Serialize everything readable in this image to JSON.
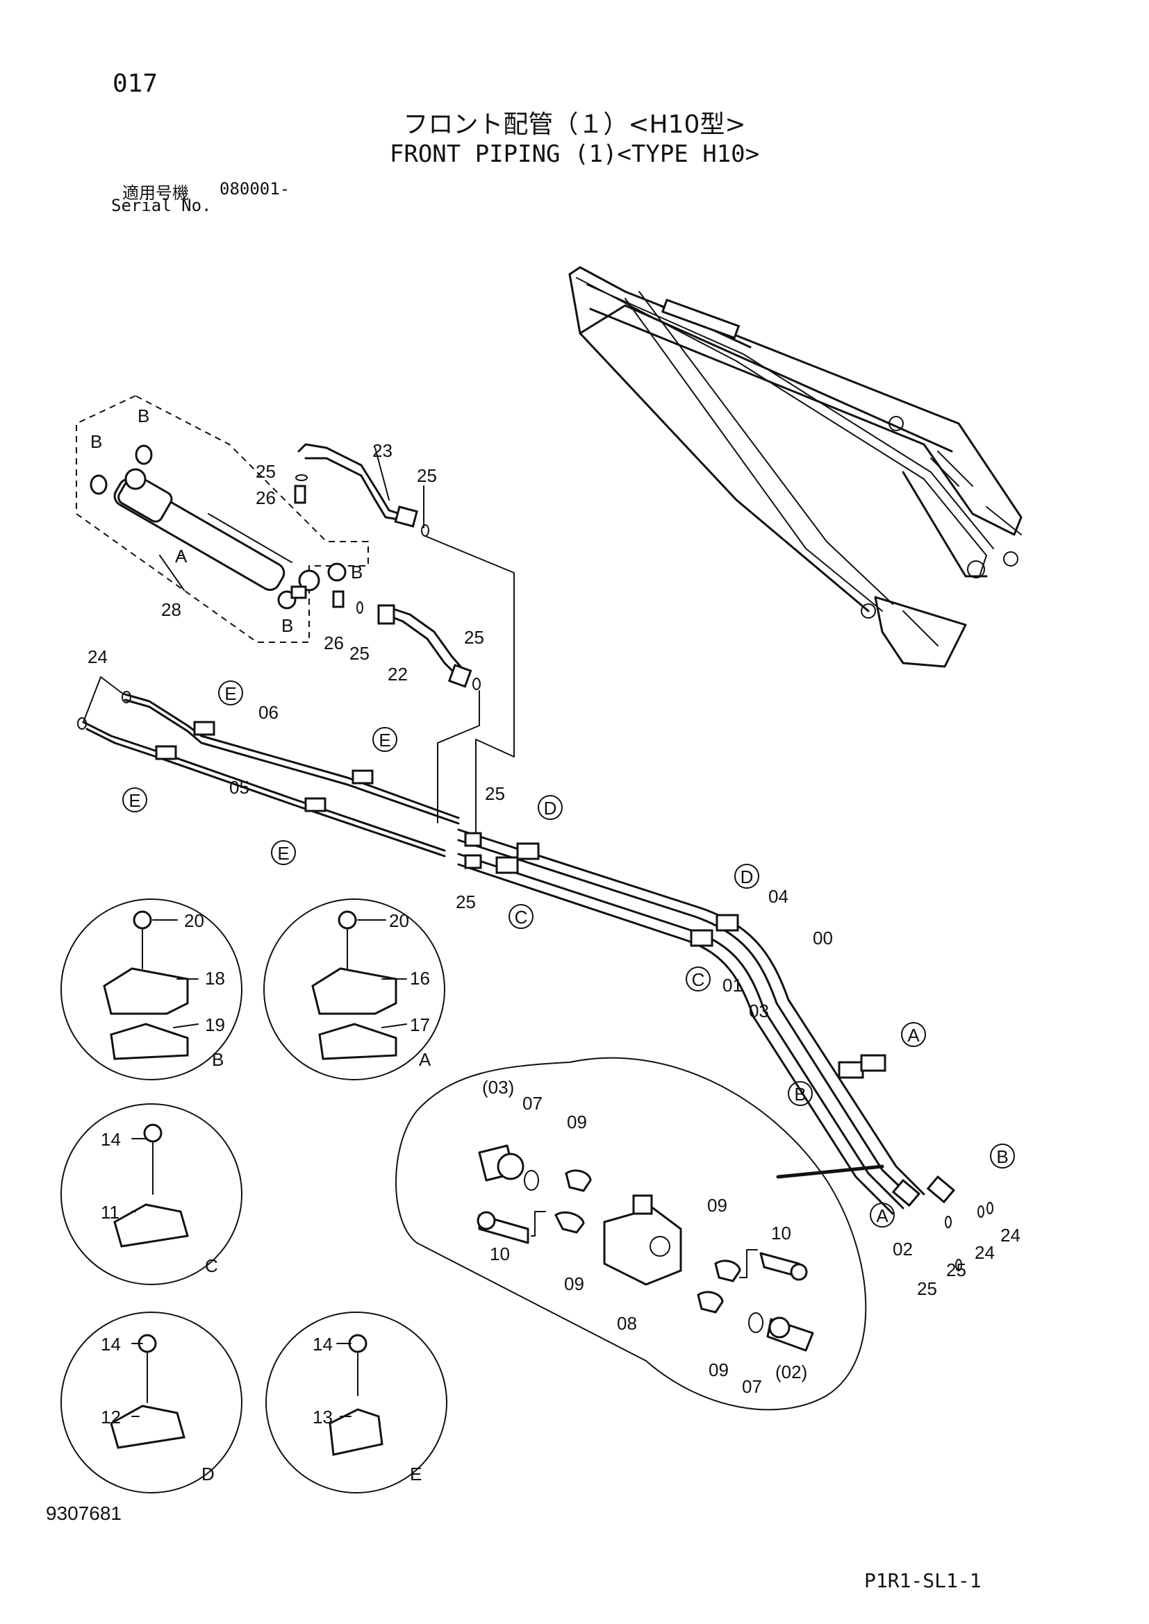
{
  "header": {
    "page_number": "017",
    "title_jp": "フロント配管（１）<H10型>",
    "title_en": "FRONT PIPING (1)<TYPE H10>",
    "serial_label_jp": "適用号機",
    "serial_label_en": "Serial No.",
    "serial_value": "080001-"
  },
  "footer": {
    "drawing_number": "9307681",
    "page_code": "P1R1-SL1-1"
  },
  "diagram": {
    "part_labels": [
      {
        "id": "b1",
        "text": "B"
      },
      {
        "id": "b2",
        "text": "B"
      },
      {
        "id": "a1",
        "text": "A"
      },
      {
        "id": "b3",
        "text": "B"
      },
      {
        "id": "b4",
        "text": "B"
      },
      {
        "id": "p28",
        "text": "28"
      },
      {
        "id": "p25a",
        "text": "25"
      },
      {
        "id": "p26a",
        "text": "26"
      },
      {
        "id": "p23",
        "text": "23"
      },
      {
        "id": "p25b",
        "text": "25"
      },
      {
        "id": "p26b",
        "text": "26"
      },
      {
        "id": "p25c",
        "text": "25"
      },
      {
        "id": "p22",
        "text": "22"
      },
      {
        "id": "p25d",
        "text": "25"
      },
      {
        "id": "p24a",
        "text": "24"
      },
      {
        "id": "p06",
        "text": "06"
      },
      {
        "id": "p05",
        "text": "05"
      },
      {
        "id": "p25e",
        "text": "25"
      },
      {
        "id": "p25f",
        "text": "25"
      },
      {
        "id": "p04",
        "text": "04"
      },
      {
        "id": "p00",
        "text": "00"
      },
      {
        "id": "p01",
        "text": "01"
      },
      {
        "id": "p03",
        "text": "03"
      },
      {
        "id": "p02",
        "text": "02"
      },
      {
        "id": "p25g",
        "text": "25"
      },
      {
        "id": "p25h",
        "text": "25"
      },
      {
        "id": "p24b",
        "text": "24"
      },
      {
        "id": "p24c",
        "text": "24"
      },
      {
        "id": "p03p",
        "text": "(03)"
      },
      {
        "id": "p07a",
        "text": "07"
      },
      {
        "id": "p09a",
        "text": "09"
      },
      {
        "id": "p10a",
        "text": "10"
      },
      {
        "id": "p09b",
        "text": "09"
      },
      {
        "id": "p08",
        "text": "08"
      },
      {
        "id": "p09c",
        "text": "09"
      },
      {
        "id": "p10b",
        "text": "10"
      },
      {
        "id": "p09d",
        "text": "09"
      },
      {
        "id": "p07b",
        "text": "07"
      },
      {
        "id": "p02p",
        "text": "(02)"
      }
    ],
    "callouts": [
      {
        "id": "cE1",
        "text": "E"
      },
      {
        "id": "cE2",
        "text": "E"
      },
      {
        "id": "cE3",
        "text": "E"
      },
      {
        "id": "cE4",
        "text": "E"
      },
      {
        "id": "cD1",
        "text": "D"
      },
      {
        "id": "cC1",
        "text": "C"
      },
      {
        "id": "cD2",
        "text": "D"
      },
      {
        "id": "cC2",
        "text": "C"
      },
      {
        "id": "cA1",
        "text": "A"
      },
      {
        "id": "cB1",
        "text": "B"
      },
      {
        "id": "cB2",
        "text": "B"
      },
      {
        "id": "cA2",
        "text": "A"
      }
    ],
    "detail_views": [
      {
        "id": "B",
        "label": "B",
        "parts": [
          "20",
          "18",
          "19"
        ]
      },
      {
        "id": "A",
        "label": "A",
        "parts": [
          "20",
          "16",
          "17"
        ]
      },
      {
        "id": "C",
        "label": "C",
        "parts": [
          "14",
          "11"
        ]
      },
      {
        "id": "D",
        "label": "D",
        "parts": [
          "14",
          "12"
        ]
      },
      {
        "id": "E",
        "label": "E",
        "parts": [
          "14",
          "13"
        ]
      }
    ]
  }
}
